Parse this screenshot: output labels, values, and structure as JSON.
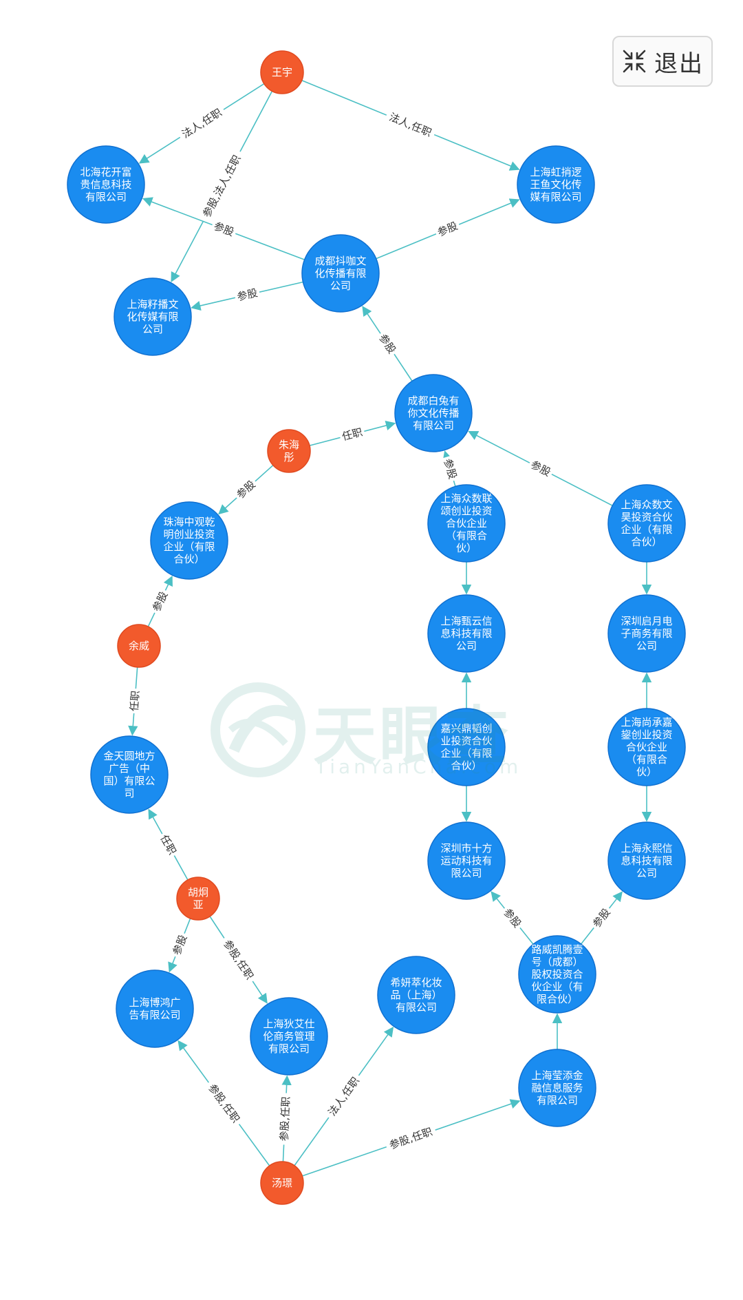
{
  "toolbar": {
    "exit_label": "退出",
    "exit_icon": "collapse-arrows-icon"
  },
  "watermark": {
    "brand": "天眼查",
    "domain": "TianYanCha.com",
    "logo_icon": "tianyancha-logo-icon"
  },
  "colors": {
    "company_node": "#1a8cf0",
    "company_border": "#1070d0",
    "person_node": "#f25a2c",
    "edge": "#4bbfc4",
    "label_text": "#333333"
  },
  "nodes": [
    {
      "id": "wangyu",
      "type": "person",
      "lines": [
        "王宇"
      ]
    },
    {
      "id": "tangjing",
      "type": "person",
      "lines": [
        "汤璟"
      ]
    },
    {
      "id": "zhuhaitong",
      "type": "person",
      "lines": [
        "朱海",
        "彤"
      ]
    },
    {
      "id": "yuwei",
      "type": "person",
      "lines": [
        "余威"
      ]
    },
    {
      "id": "hujiongya",
      "type": "person",
      "lines": [
        "胡炯",
        "亚"
      ]
    },
    {
      "id": "beihaihua",
      "type": "company",
      "lines": [
        "北海花开富",
        "贵信息科技",
        "有限公司"
      ]
    },
    {
      "id": "shhongxiao",
      "type": "company",
      "lines": [
        "上海虹捎逻",
        "王鱼文化传",
        "媒有限公司"
      ]
    },
    {
      "id": "cddouka",
      "type": "company",
      "lines": [
        "成都抖咖文",
        "化传播有限",
        "公司"
      ]
    },
    {
      "id": "shziboo",
      "type": "company",
      "lines": [
        "上海籽播文",
        "化传媒有限",
        "公司"
      ]
    },
    {
      "id": "cdbaitu",
      "type": "company",
      "lines": [
        "成都白兔有",
        "你文化传播",
        "有限公司"
      ]
    },
    {
      "id": "zhzhongguan",
      "type": "company",
      "lines": [
        "珠海中观乾",
        "明创业投资",
        "企业（有限",
        "合伙）"
      ]
    },
    {
      "id": "shzslsong",
      "type": "company",
      "lines": [
        "上海众数联",
        "颂创业投资",
        "合伙企业",
        "（有限合",
        "伙）"
      ]
    },
    {
      "id": "shzswh",
      "type": "company",
      "lines": [
        "上海众数文",
        "昊投资合伙",
        "企业（有限",
        "合伙）"
      ]
    },
    {
      "id": "shzhenyun",
      "type": "company",
      "lines": [
        "上海甄云信",
        "息科技有限",
        "公司"
      ]
    },
    {
      "id": "szqiyue",
      "type": "company",
      "lines": [
        "深圳启月电",
        "子商务有限",
        "公司"
      ]
    },
    {
      "id": "jtyuan",
      "type": "company",
      "lines": [
        "金天圆地方",
        "广告（中",
        "国）有限公",
        "司"
      ]
    },
    {
      "id": "jxdingtao",
      "type": "company",
      "lines": [
        "嘉兴鼎韬创",
        "业投资合伙",
        "企业（有限",
        "合伙）"
      ]
    },
    {
      "id": "shscjia",
      "type": "company",
      "lines": [
        "上海尚承嘉",
        "鋆创业投资",
        "合伙企业",
        "（有限合",
        "伙）"
      ]
    },
    {
      "id": "szshifang",
      "type": "company",
      "lines": [
        "深圳市十方",
        "运动科技有",
        "限公司"
      ]
    },
    {
      "id": "shyongxi",
      "type": "company",
      "lines": [
        "上海永熙信",
        "息科技有限",
        "公司"
      ]
    },
    {
      "id": "lwkt",
      "type": "company",
      "lines": [
        "路威凯腾壹",
        "号（成都）",
        "股权投资合",
        "伙企业（有",
        "限合伙）"
      ]
    },
    {
      "id": "shbohong",
      "type": "company",
      "lines": [
        "上海博鸿广",
        "告有限公司"
      ]
    },
    {
      "id": "shdiai",
      "type": "company",
      "lines": [
        "上海狄艾仕",
        "伦商务管理",
        "有限公司"
      ]
    },
    {
      "id": "xiyan",
      "type": "company",
      "lines": [
        "希妍萃化妆",
        "品（上海）",
        "有限公司"
      ]
    },
    {
      "id": "shyingtian",
      "type": "company",
      "lines": [
        "上海莹添金",
        "融信息服务",
        "有限公司"
      ]
    }
  ],
  "edges": [
    {
      "from": "wangyu",
      "to": "beihaihua",
      "label": "法人,任职"
    },
    {
      "from": "wangyu",
      "to": "shhongxiao",
      "label": "法人,任职"
    },
    {
      "from": "wangyu",
      "to": "shziboo",
      "label": "参股,法人,任职"
    },
    {
      "from": "cddouka",
      "to": "beihaihua",
      "label": "参股"
    },
    {
      "from": "cddouka",
      "to": "shhongxiao",
      "label": "参股"
    },
    {
      "from": "cddouka",
      "to": "shziboo",
      "label": "参股"
    },
    {
      "from": "cdbaitu",
      "to": "cddouka",
      "label": "参股"
    },
    {
      "from": "zhuhaitong",
      "to": "cdbaitu",
      "label": "任职"
    },
    {
      "from": "zhuhaitong",
      "to": "zhzhongguan",
      "label": "参股"
    },
    {
      "from": "shzslsong",
      "to": "cdbaitu",
      "label": "参股"
    },
    {
      "from": "shzswh",
      "to": "cdbaitu",
      "label": "参股"
    },
    {
      "from": "yuwei",
      "to": "zhzhongguan",
      "label": "参股"
    },
    {
      "from": "yuwei",
      "to": "jtyuan",
      "label": "任职"
    },
    {
      "from": "shzslsong",
      "to": "shzhenyun",
      "label": ""
    },
    {
      "from": "shzswh",
      "to": "szqiyue",
      "label": ""
    },
    {
      "from": "jxdingtao",
      "to": "shzhenyun",
      "label": ""
    },
    {
      "from": "jxdingtao",
      "to": "szshifang",
      "label": ""
    },
    {
      "from": "shscjia",
      "to": "szqiyue",
      "label": ""
    },
    {
      "from": "shscjia",
      "to": "shyongxi",
      "label": ""
    },
    {
      "from": "hujiongya",
      "to": "jtyuan",
      "label": "任职"
    },
    {
      "from": "hujiongya",
      "to": "shbohong",
      "label": "参股"
    },
    {
      "from": "hujiongya",
      "to": "shdiai",
      "label": "参股,任职"
    },
    {
      "from": "lwkt",
      "to": "szshifang",
      "label": "参股"
    },
    {
      "from": "lwkt",
      "to": "shyongxi",
      "label": "参股"
    },
    {
      "from": "shyingtian",
      "to": "lwkt",
      "label": ""
    },
    {
      "from": "tangjing",
      "to": "shbohong",
      "label": "参股,任职"
    },
    {
      "from": "tangjing",
      "to": "shdiai",
      "label": "参股,任职"
    },
    {
      "from": "tangjing",
      "to": "xiyan",
      "label": "法人,任职"
    },
    {
      "from": "tangjing",
      "to": "shyingtian",
      "label": "参股,任职"
    }
  ]
}
